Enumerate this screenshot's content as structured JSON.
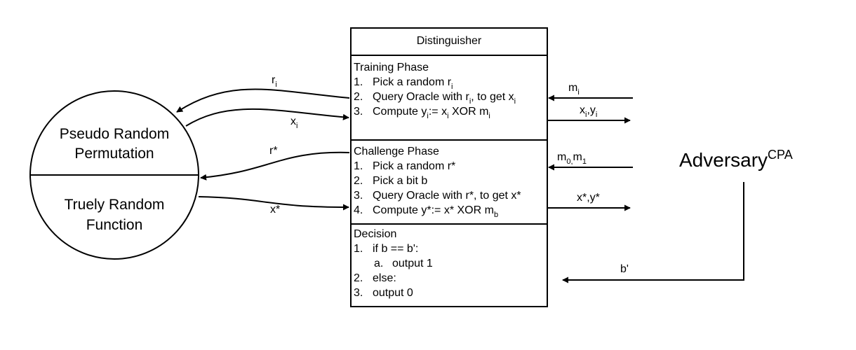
{
  "distinguisher": {
    "title": "Distinguisher",
    "training": {
      "heading": "Training Phase",
      "items": [
        {
          "num": "1.",
          "parts": [
            "Pick a random r",
            {
              "sub": "i"
            }
          ]
        },
        {
          "num": "2.",
          "parts": [
            "Query Oracle with r",
            {
              "sub": "i"
            },
            ", to get x",
            {
              "sub": "i"
            }
          ]
        },
        {
          "num": "3.",
          "parts": [
            "Compute y",
            {
              "sub": "i"
            },
            ":= x",
            {
              "sub": "i"
            },
            " XOR m",
            {
              "sub": "i"
            }
          ]
        }
      ]
    },
    "challenge": {
      "heading": "Challenge Phase",
      "items": [
        {
          "num": "1.",
          "parts": [
            "Pick a random r*"
          ]
        },
        {
          "num": "2.",
          "parts": [
            "Pick a bit b"
          ]
        },
        {
          "num": "3.",
          "parts": [
            "Query Oracle with r*, to get x*"
          ]
        },
        {
          "num": "4.",
          "parts": [
            "Compute y*:= x* XOR m",
            {
              "sub": "b"
            }
          ]
        }
      ]
    },
    "decision": {
      "heading": "Decision",
      "items": [
        {
          "num": "1.",
          "parts": [
            "if b == b':"
          ]
        },
        {
          "num": "a.",
          "parts": [
            "output 1"
          ],
          "indent": true
        },
        {
          "num": "2.",
          "parts": [
            "else:"
          ]
        },
        {
          "num": "3.",
          "parts": [
            "output 0"
          ]
        }
      ]
    }
  },
  "oracle": {
    "top_lines": [
      "Pseudo Random",
      "Permutation"
    ],
    "bottom_lines": [
      "Truely Random",
      "Function"
    ]
  },
  "adversary": {
    "name": "Adversary",
    "superscript": "CPA"
  },
  "arrows": {
    "r_i": {
      "base": "r",
      "sub": "i"
    },
    "x_i": {
      "base": "x",
      "sub": "i"
    },
    "r_star": {
      "base": "r*"
    },
    "x_star": {
      "base": "x*"
    },
    "m_i": {
      "base": "m",
      "sub": "i"
    },
    "xi_yi": {
      "parts": [
        "x",
        {
          "sub": "i"
        },
        ",y",
        {
          "sub": "i"
        }
      ]
    },
    "m0_m1": {
      "parts": [
        "m",
        {
          "sub": "0,"
        },
        "m",
        {
          "sub": "1"
        }
      ]
    },
    "xstar_ystar": {
      "base": "x*,y*"
    },
    "b_prime": {
      "base": "b'"
    }
  }
}
